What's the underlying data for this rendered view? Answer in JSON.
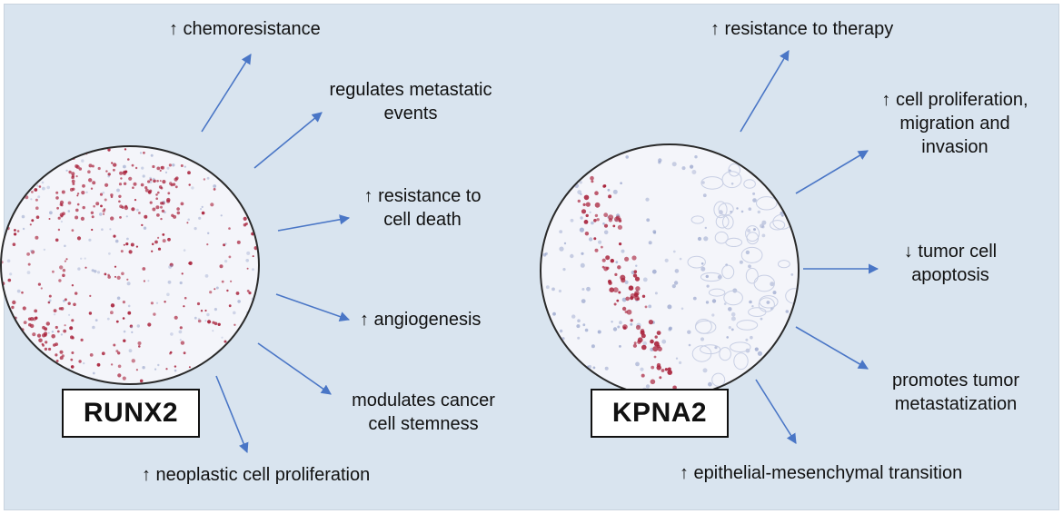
{
  "left": {
    "gene": "RUNX2",
    "effects": {
      "chemoresistance": "↑ chemoresistance",
      "metastatic_1": "regulates metastatic",
      "metastatic_2": "events",
      "death_1": "↑ resistance to",
      "death_2": "cell death",
      "angiogenesis": "↑ angiogenesis",
      "stemness_1": "modulates cancer",
      "stemness_2": "cell stemness",
      "proliferation": "↑ neoplastic cell proliferation"
    }
  },
  "right": {
    "gene": "KPNA2",
    "effects": {
      "therapy": "↑ resistance to therapy",
      "prolif_1": "↑ cell proliferation,",
      "prolif_2": "migration and",
      "prolif_3": "invasion",
      "apoptosis_1": "↓ tumor cell",
      "apoptosis_2": "apoptosis",
      "metast_1": "promotes tumor",
      "metast_2": "metastatization",
      "emt": "↑ epithelial-mesenchymal transition"
    }
  },
  "colors": {
    "background": "#d9e4ef",
    "arrow": "#4a76c6",
    "stain": "#a8213a",
    "nuclei": "#8d9bc6"
  }
}
